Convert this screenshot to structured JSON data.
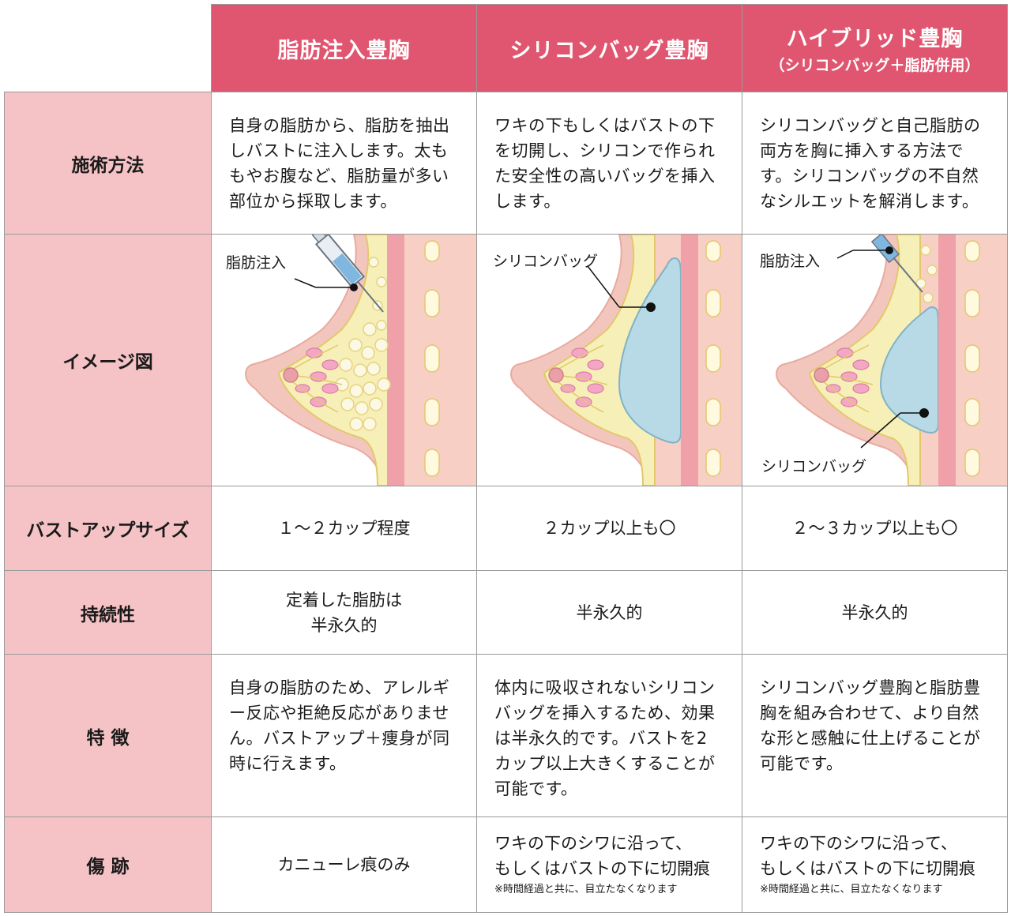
{
  "headers": [
    {
      "main": "脂肪注入豊胸",
      "sub": ""
    },
    {
      "main": "シリコンバッグ豊胸",
      "sub": ""
    },
    {
      "main": "ハイブリッド豊胸",
      "sub": "（シリコンバッグ＋脂肪併用）"
    }
  ],
  "rows": {
    "method": {
      "label": "施術方法",
      "cells": [
        "自身の脂肪から、脂肪を抽出しバストに注入します。太ももやお腹など、脂肪量が多い部位から採取します。",
        "ワキの下もしくはバストの下を切開し、シリコンで作られた安全性の高いバッグを挿入します。",
        "シリコンバッグと自己脂肪の両方を胸に挿入する方法です。シリコンバッグの不自然なシルエットを解消します。"
      ]
    },
    "image": {
      "label": "イメージ図",
      "callouts": [
        {
          "a": "脂肪注入"
        },
        {
          "a": "シリコンバッグ"
        },
        {
          "a": "脂肪注入",
          "b": "シリコンバッグ"
        }
      ]
    },
    "size": {
      "label": "バストアップサイズ",
      "cells": [
        "１～２カップ程度",
        "２カップ以上も〇",
        "２～３カップ以上も〇"
      ]
    },
    "durability": {
      "label": "持続性",
      "cells": [
        [
          "定着した脂肪は",
          "半永久的"
        ],
        [
          "半永久的"
        ],
        [
          "半永久的"
        ]
      ]
    },
    "features": {
      "label": "特 徴",
      "cells": [
        "自身の脂肪のため、アレルギー反応や拒絶反応がありません。バストアップ＋痩身が同時に行えます。",
        "体内に吸収されないシリコンバッグを挿入するため、効果は半永久的です。バストを2カップ以上大きくすることが可能です。",
        "シリコンバッグ豊胸と脂肪豊胸を組み合わせて、より自然な形と感触に仕上げることが可能です。"
      ]
    },
    "scar": {
      "label": "傷 跡",
      "cells": [
        {
          "lines": [
            "カニューレ痕のみ"
          ],
          "note": ""
        },
        {
          "lines": [
            "ワキの下のシワに沿って、",
            "もしくはバストの下に切開痕"
          ],
          "note": "※時間経過と共に、目立たなくなります"
        },
        {
          "lines": [
            "ワキの下のシワに沿って、",
            "もしくはバストの下に切開痕"
          ],
          "note": "※時間経過と共に、目立たなくなります"
        }
      ]
    }
  },
  "colors": {
    "header_bg": "#e05670",
    "label_bg": "#f5c3c6",
    "skin": "#f3c9c2",
    "fat": "#f7f0c0",
    "implant": "#b9dbe6",
    "gland": "#f3a9c6"
  }
}
